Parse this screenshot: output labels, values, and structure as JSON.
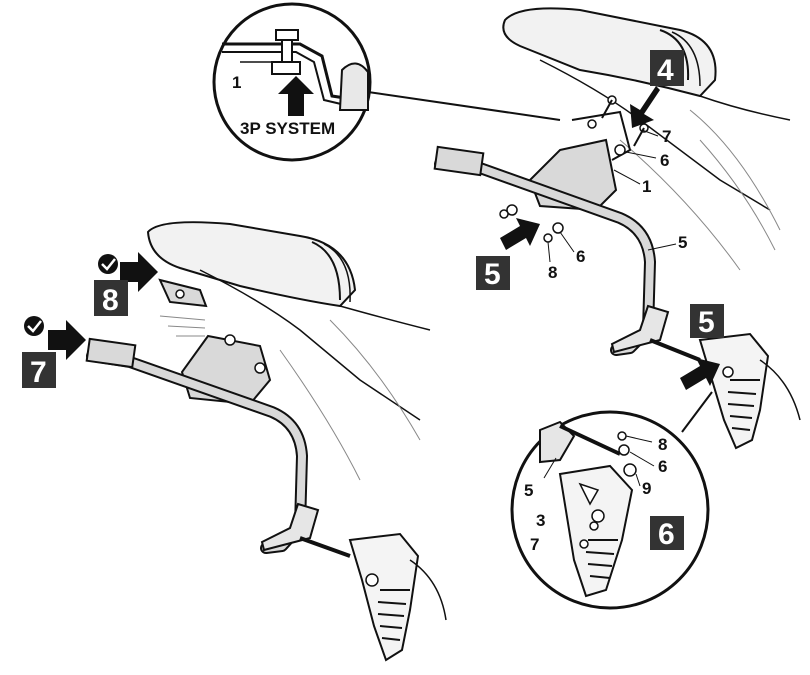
{
  "inset_top": {
    "part_label": "1",
    "system_caption": "3P SYSTEM"
  },
  "right_assembly": {
    "step_badge": "4",
    "labels": {
      "p7": "7",
      "p6a": "6",
      "p1": "1",
      "p5": "5",
      "p6b": "6",
      "p8": "8"
    },
    "step_badge_left": "5",
    "step_badge_right": "5"
  },
  "left_assembly": {
    "step_badge_a": "8",
    "step_badge_b": "7"
  },
  "inset_bottom": {
    "labels": {
      "p8": "8",
      "p6": "6",
      "p9": "9",
      "p5": "5",
      "p3": "3",
      "p7": "7"
    },
    "step_badge": "6"
  },
  "colors": {
    "ink": "#111111",
    "badge": "#333333",
    "metal": "#d9d9d9",
    "seat": "#efefef"
  }
}
